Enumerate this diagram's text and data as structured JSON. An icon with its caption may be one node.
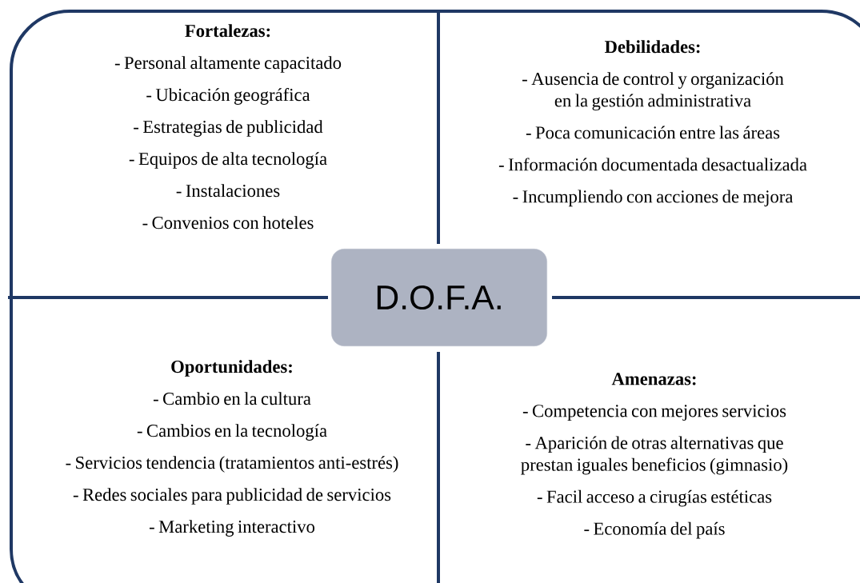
{
  "diagram": {
    "nodes": [
      {
        "text": [
          "Fortalezas:",
          "- Personal altamente capacitado",
          "- Ubicación geográfica",
          "- Estrategias de publicidad",
          "- Equipos de alta tecnología",
          "- Instalaciones",
          "- Convenios con hoteles"
        ]
      },
      {
        "text": [
          "Debilidades:",
          "- Ausencia de control y organización en la gestión administrativa",
          "- Poca comunicación entre las áreas",
          "- Información documentada desactualizada",
          "- Incumpliendo con acciones de mejora"
        ]
      },
      {
        "text": [
          "D.O.F.A."
        ]
      },
      {
        "text": [
          "Oportunidades:",
          "- Cambio en la cultura",
          "- Cambios en la tecnología",
          "- Servicios tendencia (tratamientos anti-estrés)",
          "- Redes sociales para publicidad de servicios",
          "- Marketing interactivo"
        ]
      },
      {
        "text": [
          "Amenazas:",
          "- Competencia con mejores servicios",
          "- Aparición de otras alternativas que prestan iguales beneficios (gimnasio)",
          "- Facil acceso a cirugías estéticas",
          "- Economía del país"
        ]
      }
    ]
  }
}
